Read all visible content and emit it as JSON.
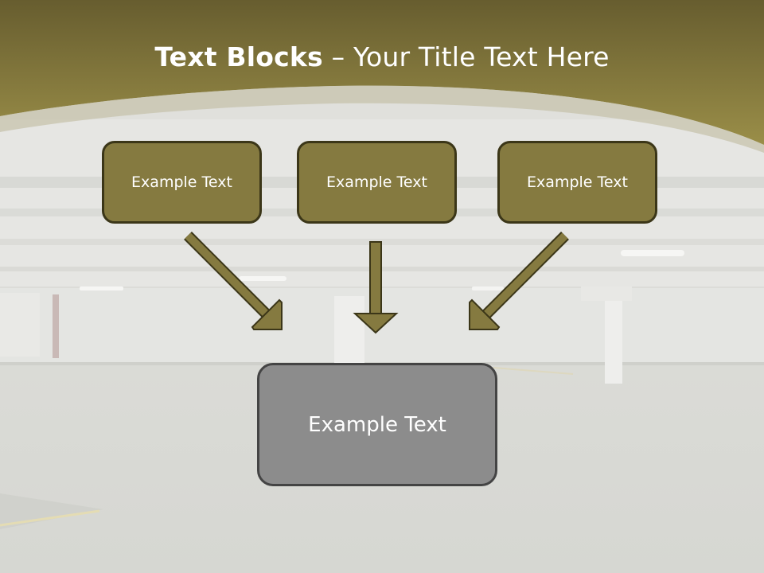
{
  "slide": {
    "title_bold": "Text Blocks",
    "title_rest": " – Your Title Text Here",
    "blocks": {
      "left": "Example Text",
      "center": "Example Text",
      "right": "Example Text",
      "bottom": "Example Text"
    }
  },
  "colors": {
    "header_band": "#7d7238",
    "block_fill": "#857a40",
    "block_border": "#3b3618",
    "arrow_fill": "#857a40",
    "bottom_block_fill": "#8c8c8c"
  },
  "icons": [
    "arrow-down-right-icon",
    "arrow-down-icon",
    "arrow-down-left-icon"
  ]
}
